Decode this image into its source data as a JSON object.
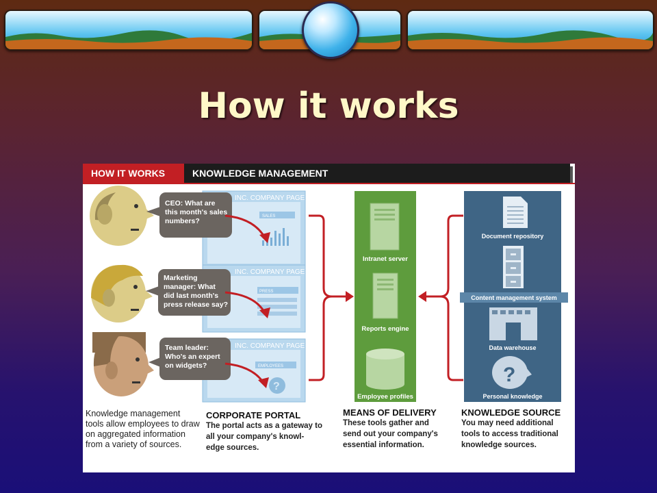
{
  "slide_title": "How it works",
  "colors": {
    "accent_red": "#c21f24",
    "delivery_green": "#5e9c3d",
    "source_blue": "#3f6585",
    "portal_blue": "#b9d8ee",
    "title_yellow": "#fff8c8"
  },
  "header": {
    "tag": "HOW IT WORKS",
    "title": "KNOWLEDGE MANAGEMENT"
  },
  "people": [
    {
      "icon": "ceo-head-icon",
      "lines": [
        "CEO: What are",
        "this month's sales",
        "numbers?"
      ],
      "portal_title": "INC. COMPANY PAGE",
      "portal_tab": "SALES"
    },
    {
      "icon": "marketing-manager-head-icon",
      "lines": [
        "Marketing",
        "manager: What",
        "did last month's",
        "press release say?"
      ],
      "portal_title": "INC. COMPANY PAGE",
      "portal_tab": "PRESS"
    },
    {
      "icon": "team-leader-head-icon",
      "lines": [
        "Team leader:",
        "Who's an expert",
        "on widgets?"
      ],
      "portal_title": "INC. COMPANY PAGE",
      "portal_tab": "EMPLOYEES"
    }
  ],
  "delivery": {
    "items": [
      "Intranet server",
      "Reports engine",
      "Employee profiles"
    ]
  },
  "sources": {
    "items": [
      "Document repository",
      "Content management system",
      "Data warehouse",
      "Personal knowledge"
    ]
  },
  "captions": {
    "intro": "Knowledge management tools allow employees to draw on aggregated information from a variety of sources.",
    "portal_title": "CORPORATE PORTAL",
    "portal_body": "The portal acts as a gateway to all your company's knowl-edge sources.",
    "delivery_title": "MEANS OF DELIVERY",
    "delivery_body": "These tools gather and send out your company's essential information.",
    "source_title": "KNOWLEDGE SOURCE",
    "source_body": "You may need additional tools to access traditional knowledge sources."
  }
}
